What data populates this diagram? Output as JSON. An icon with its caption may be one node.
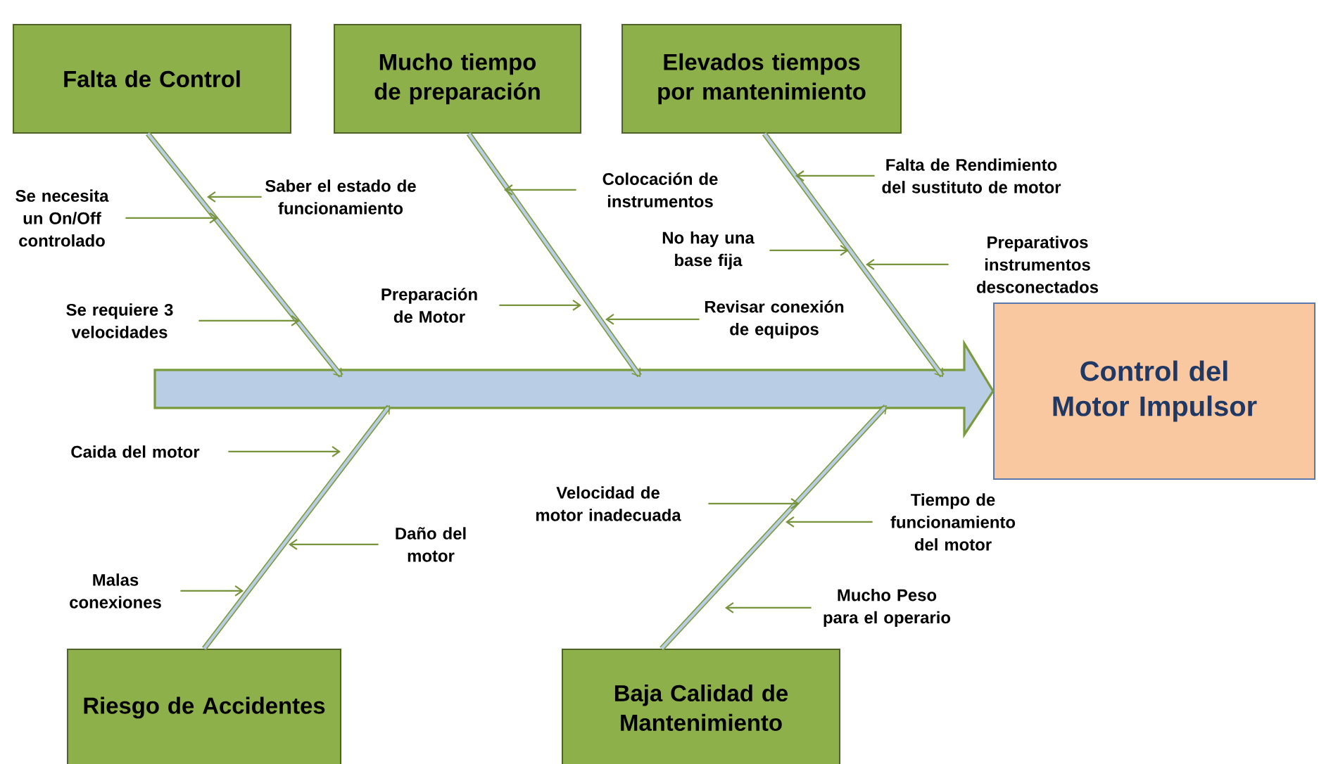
{
  "diagram": {
    "nodes": [
      {
        "text": [
          "Falta de Control"
        ]
      },
      {
        "text": [
          "Mucho tiempo de preparación"
        ]
      },
      {
        "text": [
          "Elevados tiempos por mantenimiento"
        ]
      },
      {
        "text": [
          "Control del Motor Impulsor"
        ]
      },
      {
        "text": [
          "Riesgo de Accidentes"
        ]
      },
      {
        "text": [
          "Baja Calidad de Mantenimiento"
        ]
      },
      {
        "text": [
          "Se necesita un On/Off controlado"
        ]
      },
      {
        "text": [
          "Saber el estado de funcionamiento"
        ]
      },
      {
        "text": [
          "Se requiere 3 velocidades"
        ]
      },
      {
        "text": [
          "Colocación de instrumentos"
        ]
      },
      {
        "text": [
          "Preparación de Motor"
        ]
      },
      {
        "text": [
          "Revisar conexión de equipos"
        ]
      },
      {
        "text": [
          "Falta de Rendimiento del sustituto de motor"
        ]
      },
      {
        "text": [
          "No hay una base fija"
        ]
      },
      {
        "text": [
          "Preparativos instrumentos desconectados"
        ]
      },
      {
        "text": [
          "Caida del motor"
        ]
      },
      {
        "text": [
          "Daño del motor"
        ]
      },
      {
        "text": [
          "Malas conexiones"
        ]
      },
      {
        "text": [
          "Velocidad de motor inadecuada"
        ]
      },
      {
        "text": [
          "Tiempo de funcionamiento del motor"
        ]
      },
      {
        "text": [
          "Mucho Peso para el operario"
        ]
      }
    ],
    "edges": [
      {
        "from": null,
        "to": 3,
        "arrow": "to",
        "style": "thick",
        "color": "#b9cde5"
      },
      {
        "from": 0,
        "to": null,
        "arrow": "to",
        "style": "thick"
      },
      {
        "from": 1,
        "to": null,
        "arrow": "to",
        "style": "thick"
      },
      {
        "from": 2,
        "to": null,
        "arrow": "to",
        "style": "thick"
      },
      {
        "from": 4,
        "to": null,
        "arrow": "to",
        "style": "thick"
      },
      {
        "from": 5,
        "to": null,
        "arrow": "to",
        "style": "thick"
      },
      {
        "from": 6,
        "to": null,
        "arrow": "to"
      },
      {
        "from": 7,
        "to": null,
        "arrow": "to"
      },
      {
        "from": 8,
        "to": null,
        "arrow": "to"
      },
      {
        "from": 9,
        "to": null,
        "arrow": "to"
      },
      {
        "from": 10,
        "to": null,
        "arrow": "to"
      },
      {
        "from": 11,
        "to": null,
        "arrow": "to"
      },
      {
        "from": 12,
        "to": null,
        "arrow": "to"
      },
      {
        "from": 13,
        "to": null,
        "arrow": "to"
      },
      {
        "from": 14,
        "to": null,
        "arrow": "to"
      },
      {
        "from": 15,
        "to": null,
        "arrow": "to"
      },
      {
        "from": 16,
        "to": null,
        "arrow": "to"
      },
      {
        "from": 17,
        "to": null,
        "arrow": "to"
      },
      {
        "from": 18,
        "to": null,
        "arrow": "to"
      },
      {
        "from": 19,
        "to": null,
        "arrow": "to"
      },
      {
        "from": 20,
        "to": null,
        "arrow": "to"
      }
    ]
  }
}
